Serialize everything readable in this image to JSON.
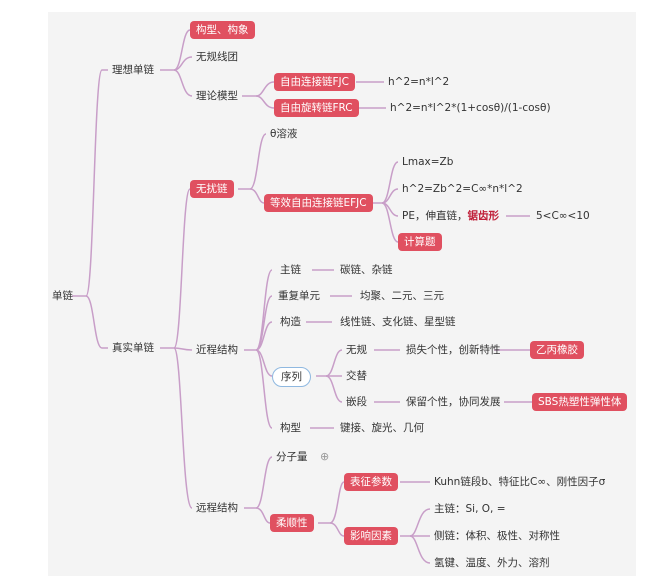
{
  "root": "单链",
  "ideal": {
    "label": "理想单链",
    "conformation": "构型、构象",
    "random_coil": "无规线团",
    "model": "理论模型",
    "fjc": "自由连接链FJC",
    "fjc_formula": "h^2=n*l^2",
    "frc": "自由旋转链FRC",
    "frc_formula": "h^2=n*l^2*(1+cosθ)/(1-cosθ)"
  },
  "real": {
    "label": "真实单链",
    "unperturbed": "无扰链",
    "theta_solvent": "θ溶液",
    "equiv_fjc": "等效自由连接链EFJC",
    "lmax": "Lmax=Zb",
    "h2": "h^2=Zb^2=C∞*n*l^2",
    "pe_prefix": "PE，伸直链，",
    "pe_highlight": "锯齿形",
    "c_range": "5<C∞<10",
    "calc": "计算题",
    "short_range": "近程结构",
    "main_chain": "主链",
    "main_chain_val": "碳链、杂链",
    "repeat_unit": "重复单元",
    "repeat_unit_val": "均聚、二元、三元",
    "construction": "构造",
    "construction_val": "线性链、支化链、星型链",
    "sequence": "序列",
    "random": "无规",
    "random_val": "损失个性，创新特性",
    "random_example": "乙丙橡胶",
    "alternating": "交替",
    "block": "嵌段",
    "block_val": "保留个性，协同发展",
    "block_example": "SBS热塑性弹性体",
    "configuration": "构型",
    "configuration_val": "键接、旋光、几何",
    "long_range": "远程结构",
    "molecular_weight": "分子量",
    "flexibility": "柔顺性",
    "params": "表征参数",
    "params_val": "Kuhn链段b、特征比C∞、刚性因子σ",
    "factors": "影响因素",
    "factor_main": "主链：Si, O, =",
    "factor_side": "侧链：体积、极性、对称性",
    "factor_other": "氢键、温度、外力、溶剂"
  },
  "colors": {
    "link": "#c89ec8",
    "pill": "#e05060",
    "highlight": "#c0203a",
    "outline": "#8fb8e0"
  },
  "icons": {
    "expand": "plus-circle-icon"
  }
}
